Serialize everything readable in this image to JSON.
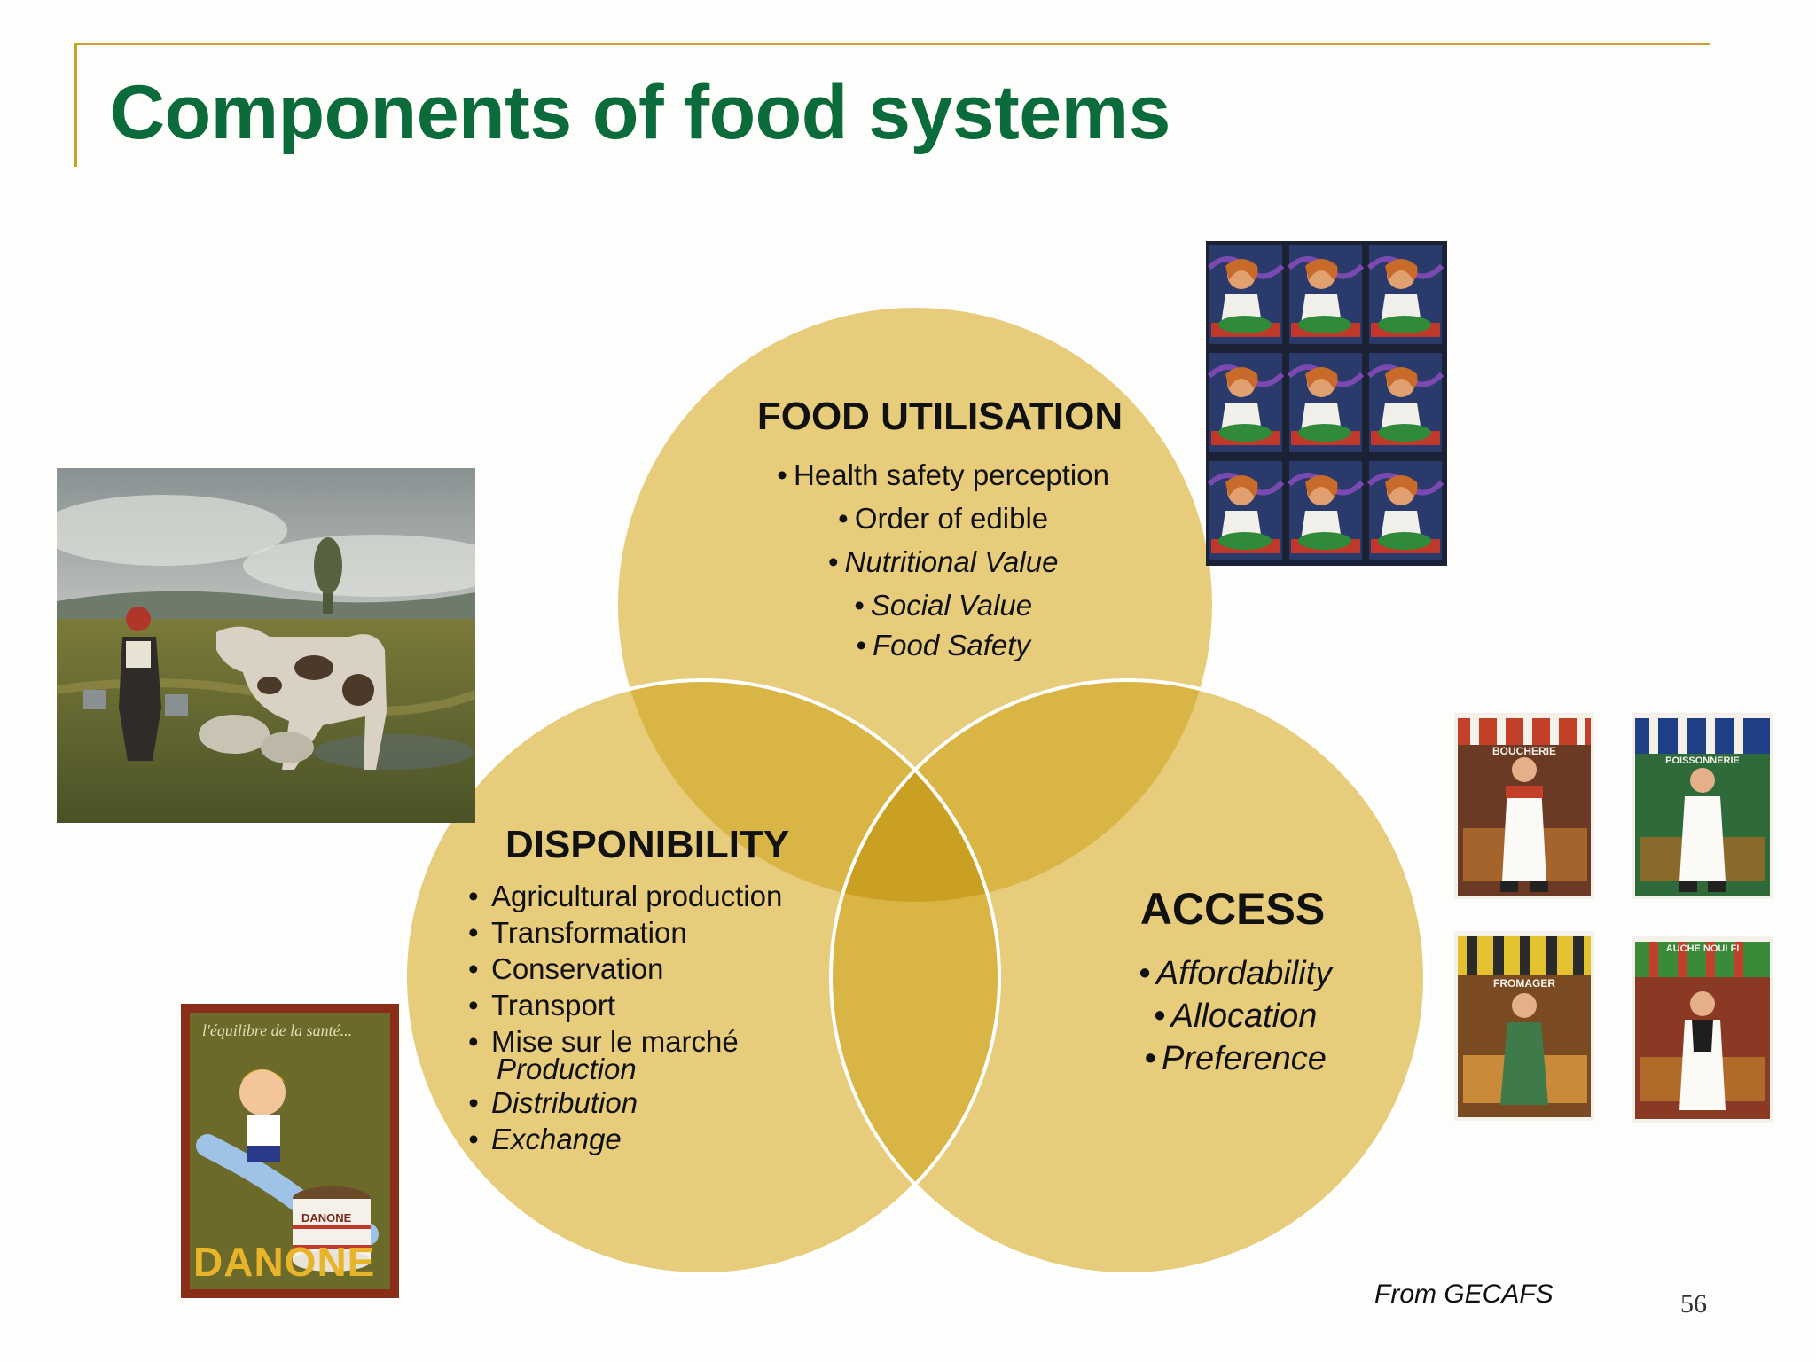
{
  "title": "Components of food systems",
  "circles": {
    "utilisation": {
      "heading": "FOOD UTILISATION",
      "items": [
        "Health safety perception",
        "Order of edible",
        "Nutritional Value",
        "Social Value",
        "Food Safety"
      ]
    },
    "disponibility": {
      "heading": "DISPONIBILITY",
      "items": [
        "Agricultural production",
        "Transformation",
        "Conservation",
        "Transport",
        "Mise sur le marché",
        "Production",
        "Distribution",
        "Exchange"
      ]
    },
    "access": {
      "heading": "ACCESS",
      "items": [
        "Affordability",
        "Allocation",
        "Preference"
      ]
    }
  },
  "images": {
    "shop_signs": [
      "BOUCHERIE",
      "POISSONNERIE",
      "FROMAGER",
      "AUCHE NOUI FI"
    ],
    "poster_tagline": "l'équilibre de la santé...",
    "poster_jar_label": "DANONE",
    "poster_brand": "DANONE"
  },
  "source": "From GECAFS",
  "page_number": "56",
  "colors": {
    "title": "#0b6b3a",
    "rule": "#c9a227",
    "circle_fill": "#e6cc7b",
    "overlap2": "#d9b545",
    "overlap3": "#c9a021"
  }
}
